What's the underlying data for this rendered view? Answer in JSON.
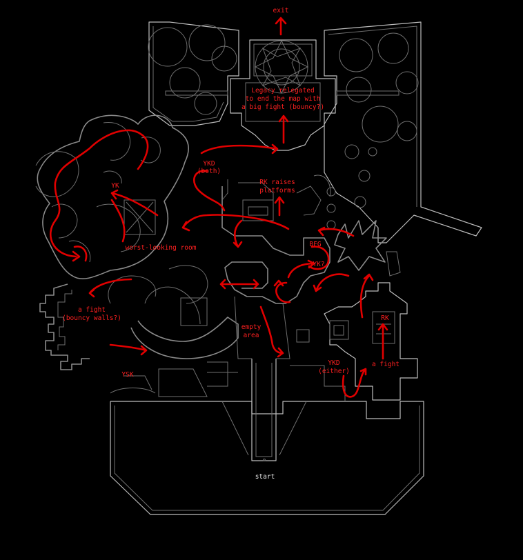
{
  "labels": {
    "exit": "exit",
    "legacy_line1": "Legacy relegated",
    "legacy_line2": "to end the map with",
    "legacy_line3": "a big fight (bouncy?)",
    "ykd_both_1": "YKD",
    "ykd_both_2": "(both)",
    "yk": "YK",
    "rk_raises_1": "RK raises",
    "rk_raises_2": "platforms",
    "worst_room": "worst-looking room",
    "bfg": "BFG",
    "yk_small": "YK?",
    "fight_bouncy_1": "a fight",
    "fight_bouncy_2": "(bouncy walls?)",
    "empty_1": "empty",
    "empty_2": "area",
    "rk": "RK",
    "a_fight": "a fight",
    "ykd_either_1": "YKD",
    "ykd_either_2": "(either)",
    "ysk": "YSK",
    "start": "start"
  },
  "colors": {
    "background": "#000000",
    "walls": "#8a8a8a",
    "annotation": "#e00000"
  }
}
